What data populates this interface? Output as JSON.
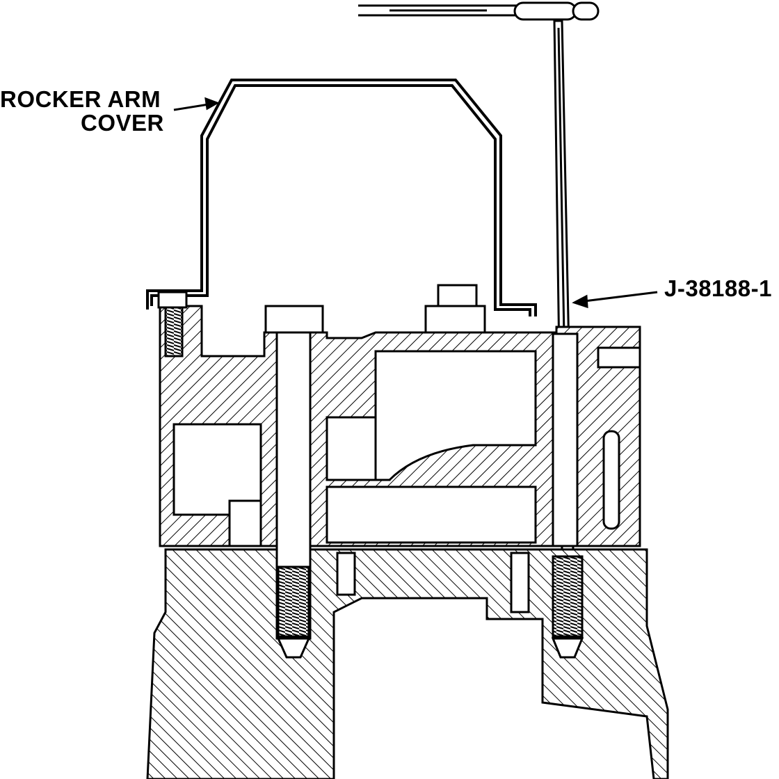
{
  "labels": {
    "rocker_arm_cover_line1": "ROCKER ARM",
    "rocker_arm_cover_line2": "COVER",
    "tool": "J-38188-1"
  },
  "colors": {
    "ink": "#000000",
    "paper": "#ffffff"
  }
}
